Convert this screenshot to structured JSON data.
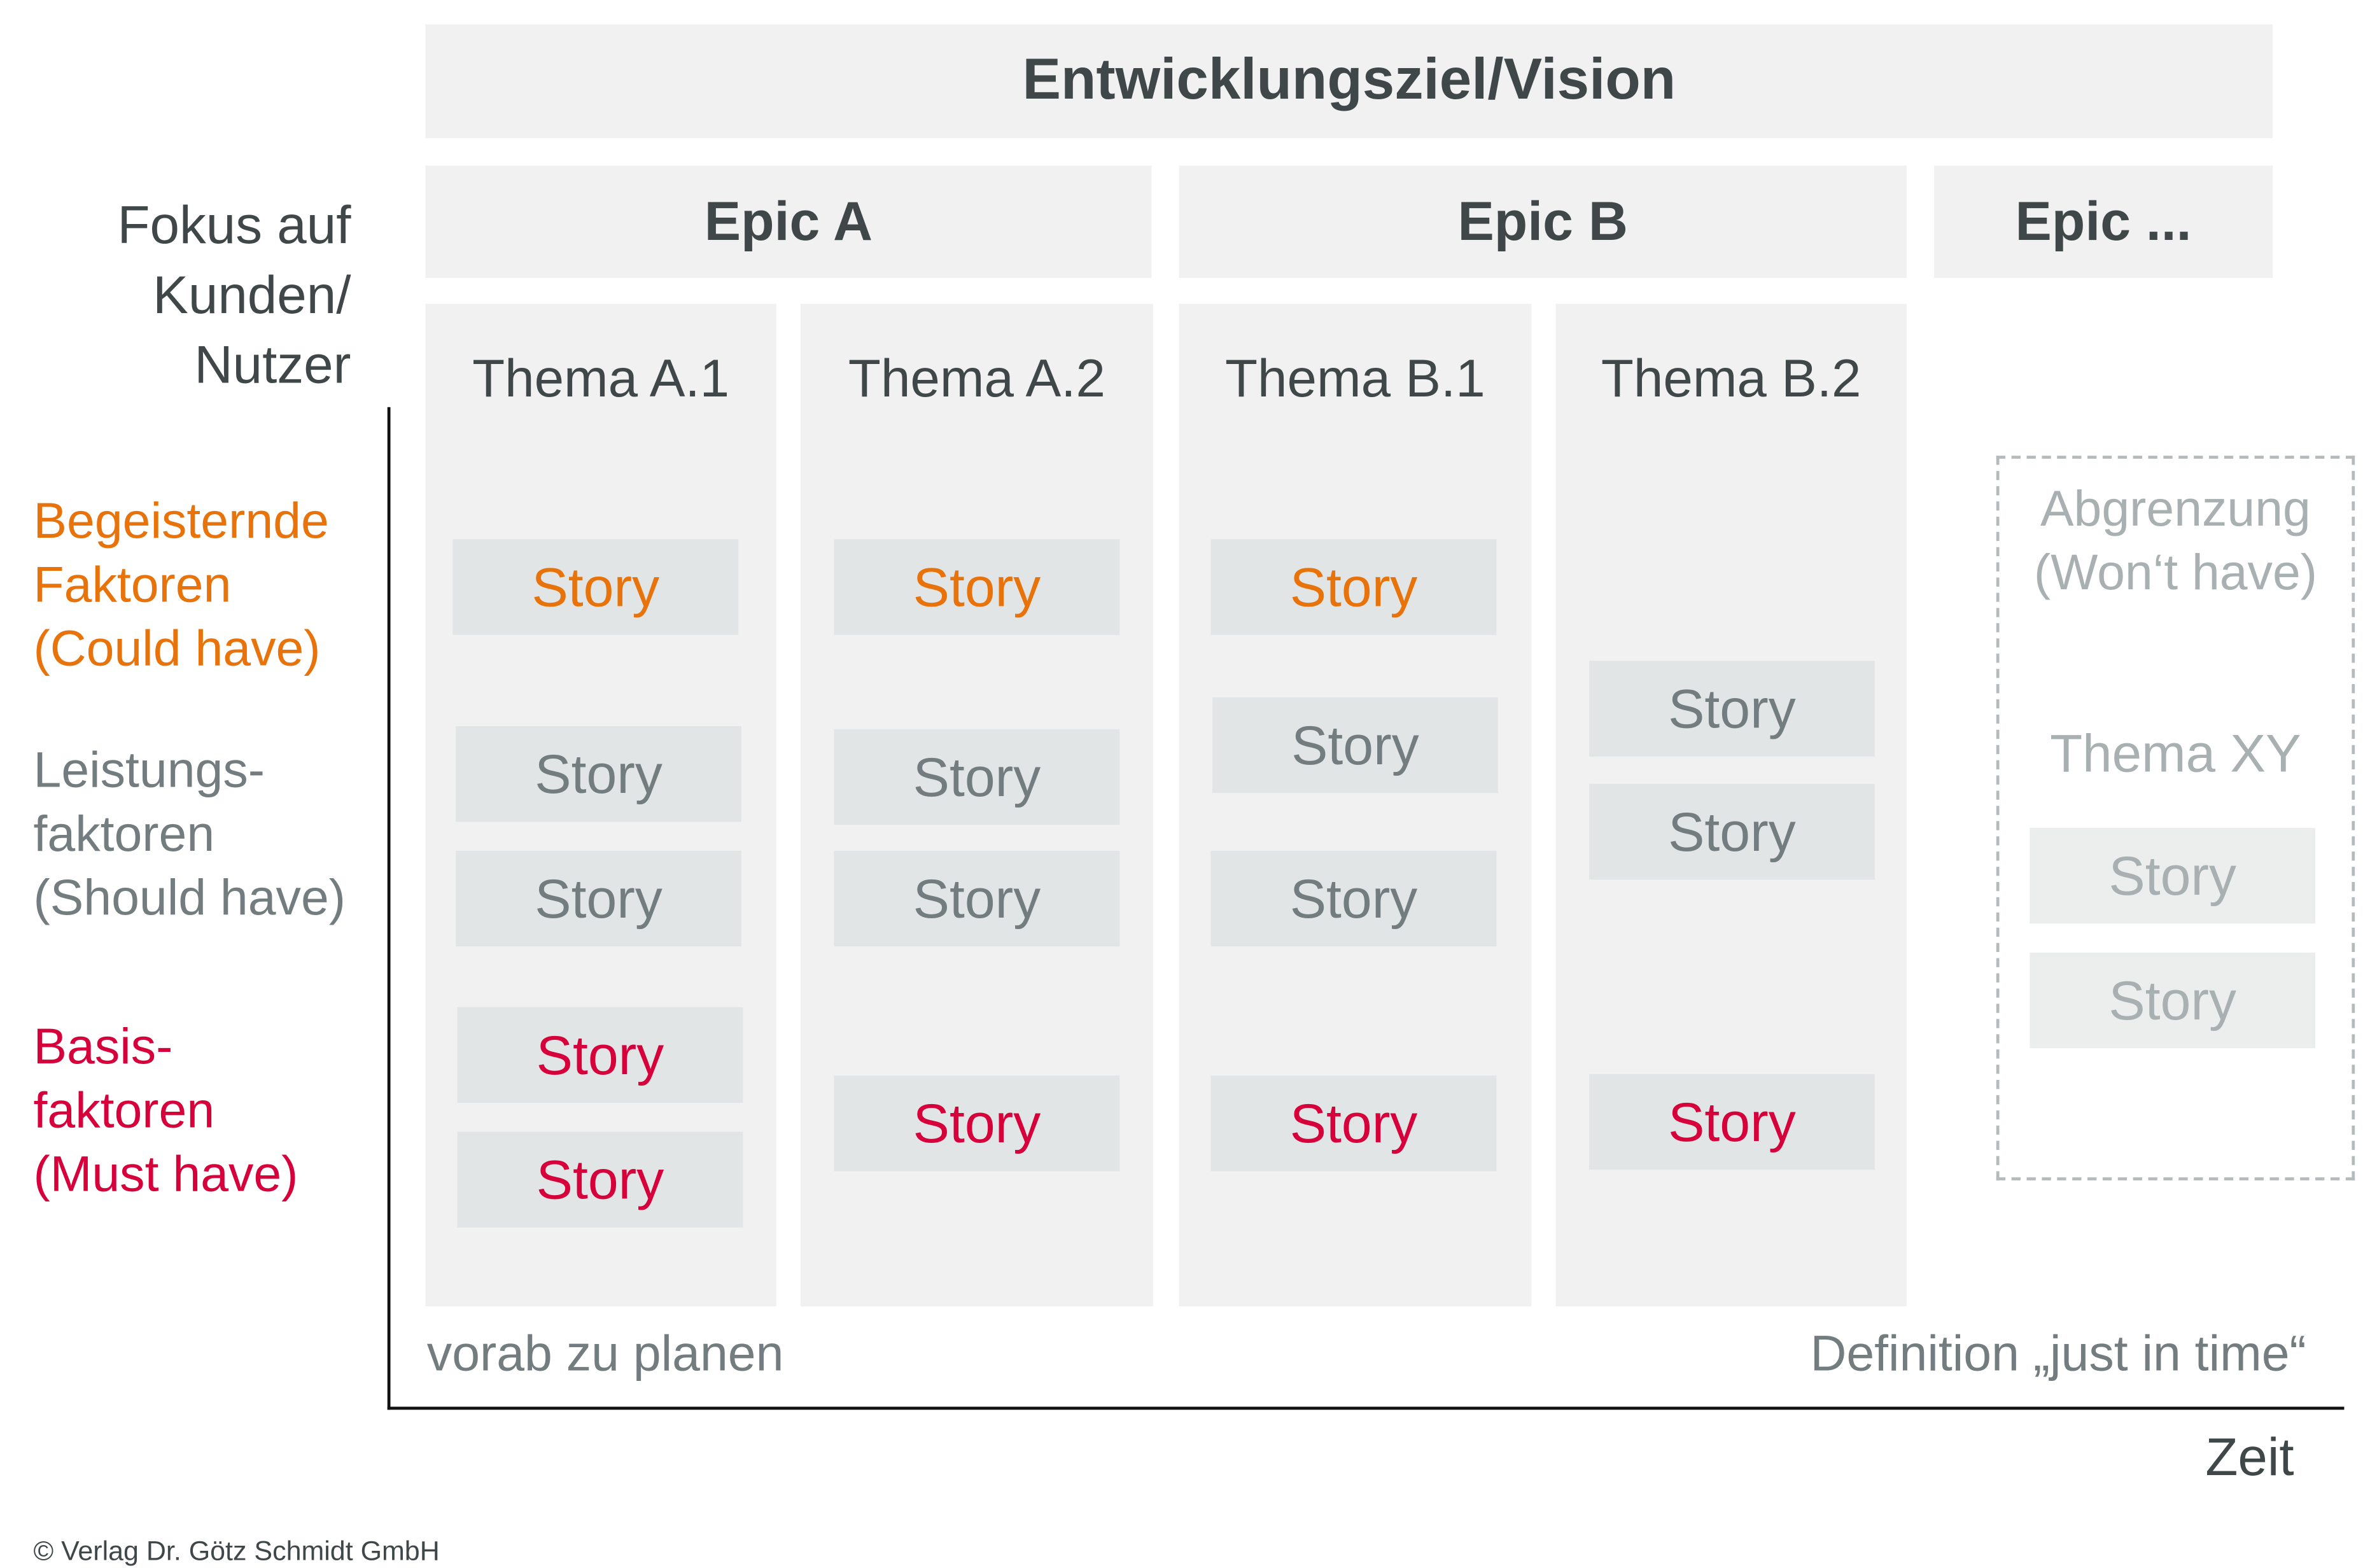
{
  "title": "Entwicklungsziel/Vision",
  "epics": [
    "Epic A",
    "Epic B",
    "Epic ..."
  ],
  "y_axis_label": [
    "Fokus auf",
    "Kunden/",
    "Nutzer"
  ],
  "categories": [
    {
      "lines": [
        "Begeisternde",
        "Faktoren",
        "(Could have)"
      ],
      "color": "#e8730a"
    },
    {
      "lines": [
        "Leistungs-",
        "faktoren",
        "(Should have)"
      ],
      "color": "#737d7f"
    },
    {
      "lines": [
        "Basis-",
        "faktoren",
        "(Must have)"
      ],
      "color": "#d6003a"
    }
  ],
  "themes": [
    {
      "label": "Thema A.1",
      "stories": [
        {
          "text": "Story",
          "type": "could"
        },
        {
          "text": "Story",
          "type": "should"
        },
        {
          "text": "Story",
          "type": "should"
        },
        {
          "text": "Story",
          "type": "must"
        },
        {
          "text": "Story",
          "type": "must"
        }
      ]
    },
    {
      "label": "Thema A.2",
      "stories": [
        {
          "text": "Story",
          "type": "could"
        },
        {
          "text": "Story",
          "type": "should"
        },
        {
          "text": "Story",
          "type": "should"
        },
        {
          "text": "Story",
          "type": "must"
        }
      ]
    },
    {
      "label": "Thema B.1",
      "stories": [
        {
          "text": "Story",
          "type": "could"
        },
        {
          "text": "Story",
          "type": "should"
        },
        {
          "text": "Story",
          "type": "should"
        },
        {
          "text": "Story",
          "type": "must"
        }
      ]
    },
    {
      "label": "Thema B.2",
      "stories": [
        {
          "text": "Story",
          "type": "should"
        },
        {
          "text": "Story",
          "type": "should"
        },
        {
          "text": "Story",
          "type": "must"
        }
      ]
    }
  ],
  "exclusion": {
    "title": [
      "Abgrenzung",
      "(Won‘t have)"
    ],
    "theme": "Thema XY",
    "stories": [
      "Story",
      "Story"
    ]
  },
  "bottom_left": "vorab zu planen",
  "bottom_right": "Definition „just in time“",
  "x_axis_label": "Zeit",
  "copyright": "© Verlag Dr. Götz Schmidt GmbH",
  "colors": {
    "could": "#e8730a",
    "should": "#737d7f",
    "must": "#d6003a"
  }
}
